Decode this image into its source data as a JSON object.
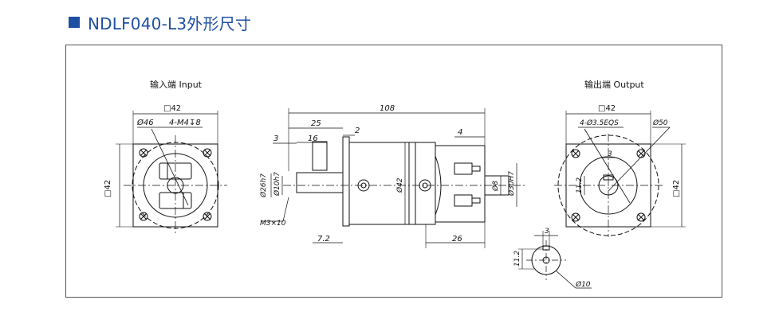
{
  "header": {
    "title": "NDLF040-L3外形尺寸",
    "accent": "#1f4fa3"
  },
  "views": {
    "input": {
      "title": "输入端 Input",
      "sq42": "□42",
      "d46": "Ø46",
      "holes": "4-M4↧8",
      "side": "□42"
    },
    "side": {
      "len108": "108",
      "len25": "25",
      "len16": "16",
      "len3": "3",
      "len2": "2",
      "len4": "4",
      "d26": "Ø26h7",
      "d10": "Ø10h7",
      "m3": "M3×10",
      "d42": "Ø42",
      "d8": "Ø8",
      "d30": "Ø30H7",
      "len72": "7.2",
      "len26": "26"
    },
    "output": {
      "title": "输出端 Output",
      "sq42": "□42",
      "holes": "4-Ø3.5EQS",
      "d50": "Ø50",
      "k3": "3",
      "k112": "11.2",
      "side": "□42"
    },
    "detail": {
      "k3": "3",
      "k112": "11.2",
      "d10": "Ø10"
    }
  }
}
